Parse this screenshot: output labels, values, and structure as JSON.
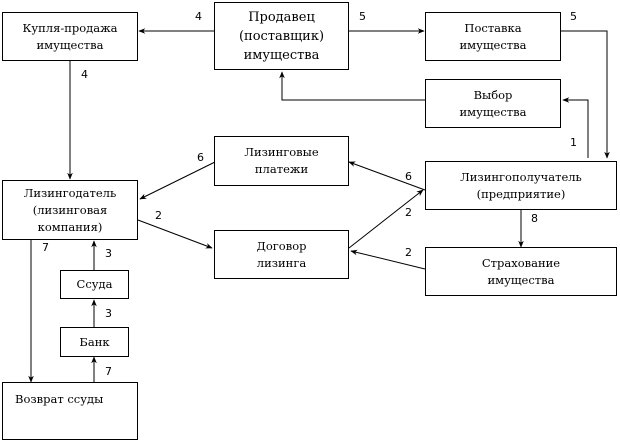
{
  "diagram": {
    "nodes": {
      "seller": {
        "lines": [
          "Продавец",
          "(поставщик)",
          "имущества"
        ]
      },
      "purchase_sale": {
        "lines": [
          "Купля-продажа",
          "имущества"
        ]
      },
      "delivery": {
        "lines": [
          "Поставка",
          "имущества"
        ]
      },
      "selection": {
        "lines": [
          "Выбор",
          "имущества"
        ]
      },
      "lease_payments": {
        "lines": [
          "Лизинговые",
          "платежи"
        ]
      },
      "lessee": {
        "lines": [
          "Лизингополучатель",
          "(предприятие)"
        ]
      },
      "lessor": {
        "lines": [
          "Лизингодатель",
          "(лизинговая",
          "компания)"
        ]
      },
      "lease_contract": {
        "lines": [
          "Договор",
          "лизинга"
        ]
      },
      "insurance": {
        "lines": [
          "Страхование",
          "имущества"
        ]
      },
      "loan": {
        "lines": [
          "Ссуда"
        ]
      },
      "bank": {
        "lines": [
          "Банк"
        ]
      },
      "loan_return": {
        "lines": [
          "Возврат ссуды"
        ]
      }
    },
    "edges": [
      {
        "from": "seller",
        "to": "purchase_sale",
        "label": "4"
      },
      {
        "from": "seller",
        "to": "delivery",
        "label": "5"
      },
      {
        "from": "delivery",
        "to": "lessee",
        "label": "5"
      },
      {
        "from": "purchase_sale",
        "to": "lessor",
        "label": "4"
      },
      {
        "from": "selection",
        "to": "seller",
        "label": ""
      },
      {
        "from": "lessee",
        "to": "selection",
        "label": "1"
      },
      {
        "from": "lease_payments",
        "to": "lessor",
        "label": "6"
      },
      {
        "from": "lessee",
        "to": "lease_payments",
        "label": "6"
      },
      {
        "from": "lessor",
        "to": "lease_contract",
        "label": "2"
      },
      {
        "from": "lease_contract",
        "to": "lessee",
        "label": "2"
      },
      {
        "from": "insurance",
        "to": "lease_contract",
        "label": "2"
      },
      {
        "from": "lessee",
        "to": "insurance",
        "label": "8"
      },
      {
        "from": "loan",
        "to": "lessor",
        "label": "3"
      },
      {
        "from": "bank",
        "to": "loan",
        "label": "3"
      },
      {
        "from": "loan_return",
        "to": "bank",
        "label": "7"
      },
      {
        "from": "lessor",
        "to": "loan_return",
        "label": "7"
      }
    ]
  }
}
